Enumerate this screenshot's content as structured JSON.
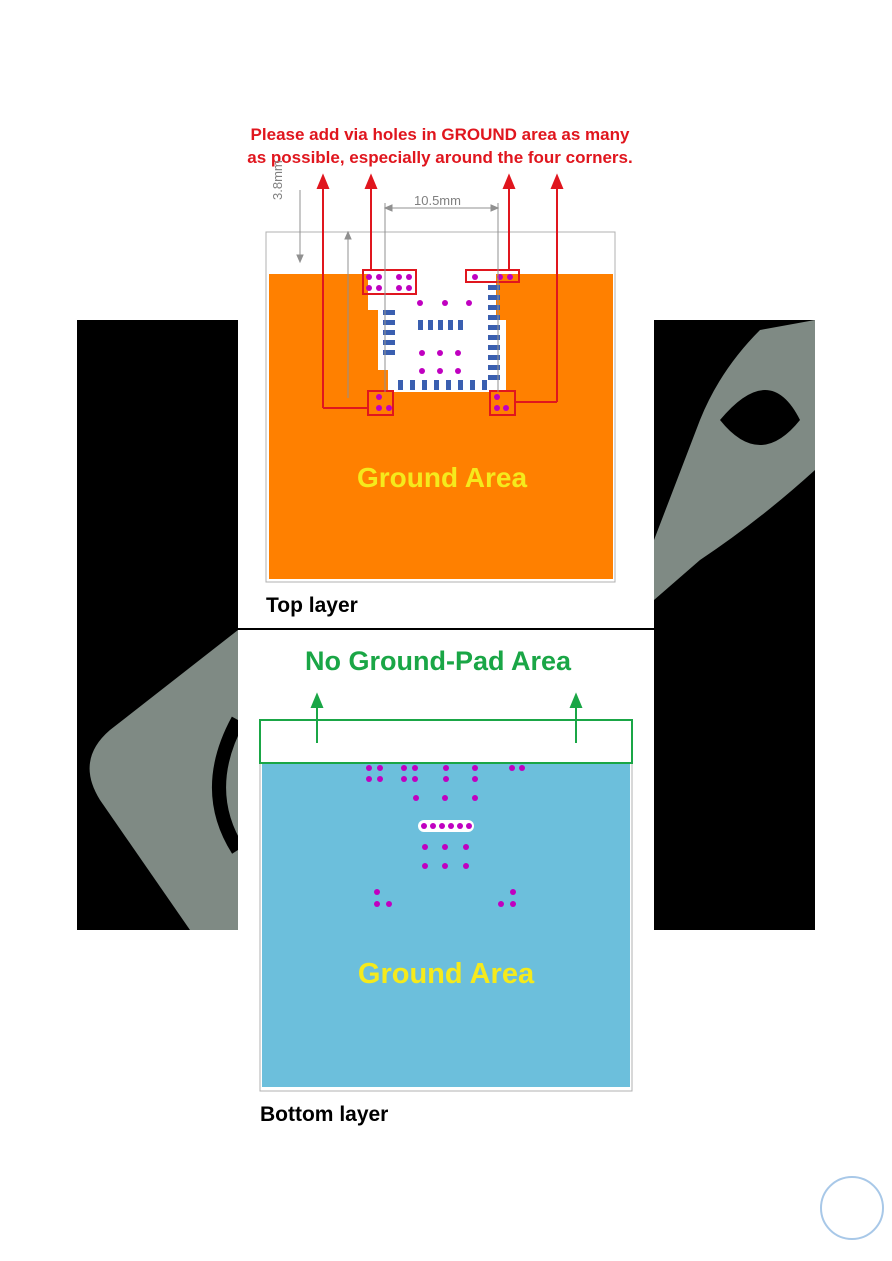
{
  "top_panel": {
    "note_line1": "Please add via holes in GROUND area as many",
    "note_line2": "as possible, especially around the four corners.",
    "dim_height": "3.8mm",
    "dim_width": "10.5mm",
    "ground_label": "Ground Area",
    "caption": "Top layer",
    "fill_color": "#ff8000",
    "note_color": "#e0161e"
  },
  "bottom_panel": {
    "no_ground_label": "No Ground-Pad Area",
    "ground_label": "Ground Area",
    "caption": "Bottom layer",
    "fill_color": "#6cbfdc",
    "label_color": "#1aa646"
  },
  "watermark": {
    "color": "#7f8a84"
  },
  "via_color": "#c000c0"
}
